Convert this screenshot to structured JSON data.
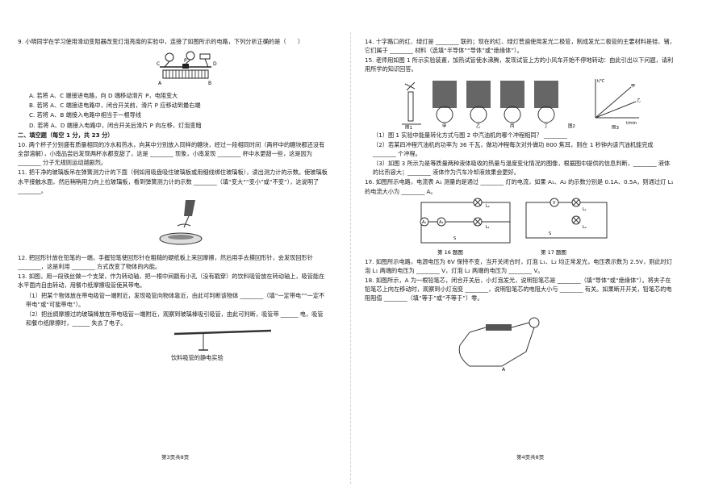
{
  "left": {
    "q9": {
      "stem": "9. 小明同学在学习使用滑动变阻器改变灯泡亮度的实验中，连接了如图所示的电路，下列分析正确的是（　　）",
      "options": [
        "A. 若将 A、C 端接进电路，向 D 端移动滑片 P，电阻变大",
        "B. 若将 A、C 端接进电路中，闭合开关前，滑片 P 应移动到最右端",
        "C. 若将 A、B 端接入电路中相当于一根导线",
        "D. 若将 A、D 端接入电路中，闭合开关后滑片 P 向左移，灯泡变暗"
      ]
    },
    "section2": "二、填空题（每空 1 分，共 23 分）",
    "q10": "10. 两个杯子分别盛有质量相同的冷水和热水，向其中分别放入同样的糖块，经过一段相同时间（两杯中的糖块都还没有全部溶解），小南品尝后发现两杯水都变甜了，这是 ________ 现象，小南发现 ________ 杯中水更甜一些，这是因为 ________ 分子无规则运动越剧烈。",
    "q11": "11. 把干净的玻璃板吊在弹簧测力计的下面（例如用吸盘吸住玻璃板或用细线绑住玻璃板），读出测力计的示数。使玻璃板水平接触水面，然后稍稍用力向上拉玻璃板，看到弹簧测力计的示数 ________（填“变大”“变小”或“不变”），这说明了 ________。",
    "q12": "12. 把回形针放在铅笔的一端，手握铅笔使回形针在粗糙的硬纸板上来回摩擦，然后用手去摸回形针，会发现回形针 ________，这是利用 ________ 方式改变了物体的内能。",
    "q13": {
      "stem": "13. 如图，用一段铁丝做一个支架，作为转动轴，把一根中间戳有小孔（没有戳穿）的饮料吸管放在转动轴上，吸管能在水平面内自由转动，用餐巾纸摩擦吸管使其带电。",
      "sub1": "（1）把某个物体放在带电吸管一端附近，发现吸管向物体靠近，由此可判断该物体 ________（填“一定带电”“一定不带电”或“可能带电”）。",
      "sub2": "（2）把丝绸摩擦过的玻璃棒放在带电吸管一端附近，观察到玻璃棒吸引吸管，由此可判断，吸管带 ______ 电，吸管和餐巾纸摩擦时，______ 失去了电子。",
      "figure_caption": "饮料吸管的静电实验"
    },
    "footer": "第3页共8页"
  },
  "right": {
    "q14": "14. 十字路口的红、绿灯是 ________ 联的；现在的红、绿灯普遍使用发光二极管，制成发光二极管的主要材料是硅、锗，它们属于 ________ 材料（选填“半导体”“导体”或“绝缘体”）。",
    "q15": {
      "stem": "15. 老师用如图 1 所示实验装置，加热试管使水沸腾，发现试管上方的小风车开始不停地转动：由此引出以下问题，请利用所学的知识回答。",
      "fig_labels": [
        "图1",
        "甲",
        "乙",
        "丙",
        "丁",
        "图2",
        "图3"
      ],
      "graph_labels": {
        "y": "t/℃",
        "x": "t/min",
        "a": "甲",
        "b": "乙"
      },
      "sub1": "（1）图 1 实验中能量转化方式与图 2 中汽油机的哪个冲程相同？ ________",
      "sub2": "（2）若某四冲程汽油机的功率为 36 千瓦，做功冲程每次对外做功 800 焦耳，则在 1 秒钟内该汽油机能完成 ________ 个冲程。",
      "sub3": "（3）如图 3 所示为是等质量两种液体吸收的热量与温度变化情况的图像，根据图中提供的信息判断，________ 液体的比热容大；________ 液体作为汽车冷却液效果会更好。"
    },
    "q16": "16. 如图所示电路，电流表 A₁ 测量的是通过 ________ 灯的电流，如果 A₁、A₂ 的示数分别是 0.1A、0.5A，则通过灯 L₁ 的电流大小为 ________ A。",
    "fig16": {
      "caption": "第 16 题图",
      "labels": [
        "A₁",
        "A₂",
        "L₁",
        "L₂",
        "S"
      ]
    },
    "fig17": {
      "caption": "第 17 题图",
      "labels": [
        "V",
        "L₁",
        "L₂",
        "S"
      ]
    },
    "q17": "17. 如图所示电路，电源电压为 6V 保持不变，当开关闭合时，灯泡 L₁、L₂ 均正常发光，电压表示数为 2.5V，则此时灯泡 L₁ 两端的电压为 ________ V，灯泡 L₂ 两端的电压为 ________ V。",
    "q18": "18. 如图所示，A 为一根铅笔芯，闭合开关后，小灯泡发光，说明铅笔芯是 ________（填“导体”或“绝缘体”）。将夹子在铅笔芯上向左移动时，观察到小灯泡变 ________，说明铅笔芯的电阻大小与 ________ 有关。如果断开开关，铅笔芯的电阻阻值 ________（填“等于”或“不等于”）零。",
    "fig18_label": "A",
    "footer": "第4页共8页"
  }
}
